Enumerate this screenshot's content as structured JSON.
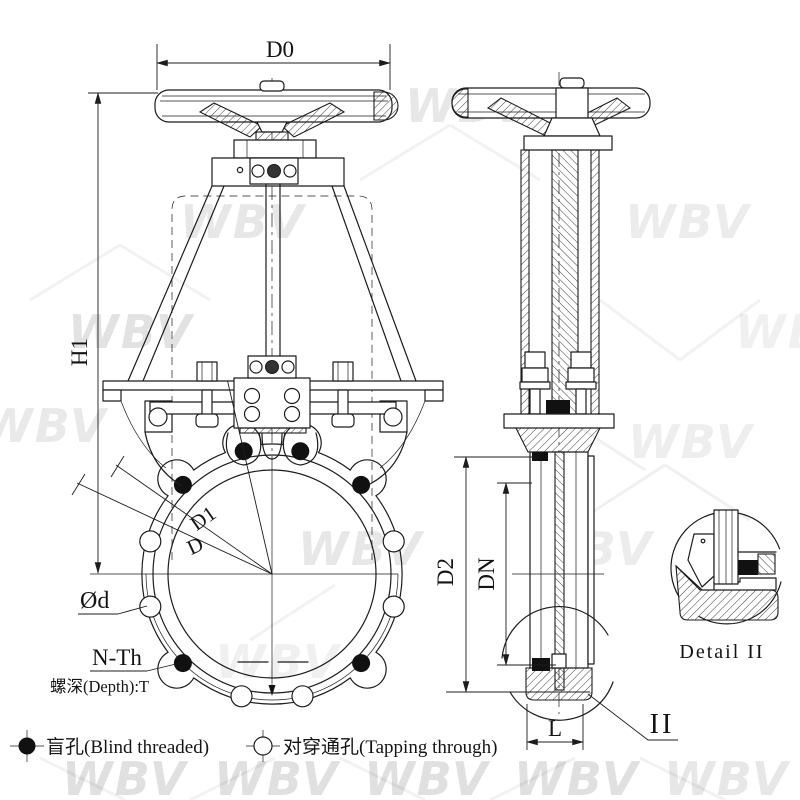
{
  "drawing": {
    "front": {
      "d0": "D0",
      "h1": "H1",
      "d1": "D1",
      "d": "D",
      "od": "Ød",
      "n_th": "N-Th",
      "depth_note": "螺深(Depth):T"
    },
    "side": {
      "d2": "D2",
      "dn": "DN",
      "l": "L",
      "detail_ref": "II"
    },
    "detail": {
      "caption": "Detail II"
    },
    "legend": {
      "blind_label": "盲孔(Blind threaded)",
      "through_label": "对穿通孔(Tapping through)"
    },
    "watermark_text": "WBV"
  },
  "colors": {
    "line": "#1c1c1c",
    "paper": "#ffffff",
    "watermark_gray": "#bfbfbf"
  }
}
